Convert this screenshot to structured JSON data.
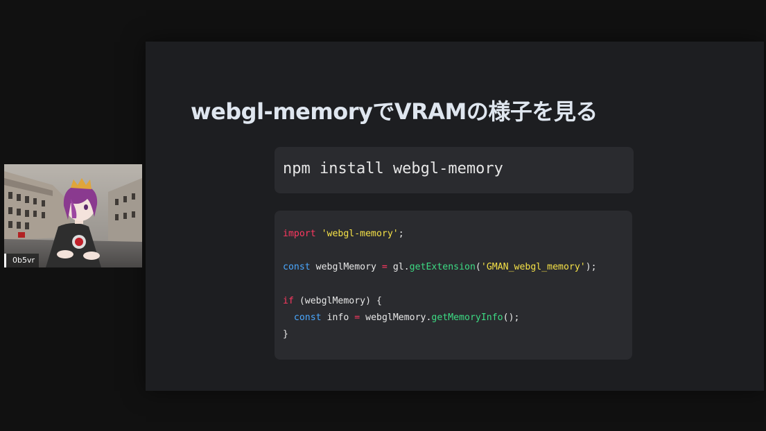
{
  "slide": {
    "title": "webgl-memoryでVRAMの様子を見る",
    "command": "npm install webgl-memory",
    "code": {
      "line1": {
        "kw": "import",
        "sp": " ",
        "str": "'webgl-memory'",
        "end": ";"
      },
      "line2": {
        "kw": "const",
        "name": " webglMemory ",
        "op": "=",
        "obj": " gl.",
        "fn": "getExtension",
        "open": "(",
        "str": "'GMAN_webgl_memory'",
        "end": ");"
      },
      "line3": {
        "kw": "if",
        "rest": " (webglMemory) {"
      },
      "line4": {
        "indent": "  ",
        "kw": "const",
        "name": " info ",
        "op": "=",
        "obj": " webglMemory.",
        "fn": "getMemoryInfo",
        "end": "();"
      },
      "line5": {
        "brace": "}"
      }
    }
  },
  "webcam": {
    "label": "0b5vr"
  },
  "colors": {
    "background": "#111111",
    "slide_bg": "#1d1e21",
    "code_bg": "#2a2b2f",
    "keyword_red": "#ff3860",
    "keyword_blue": "#4aa8ff",
    "string": "#f5e147",
    "function": "#3ddc84"
  }
}
